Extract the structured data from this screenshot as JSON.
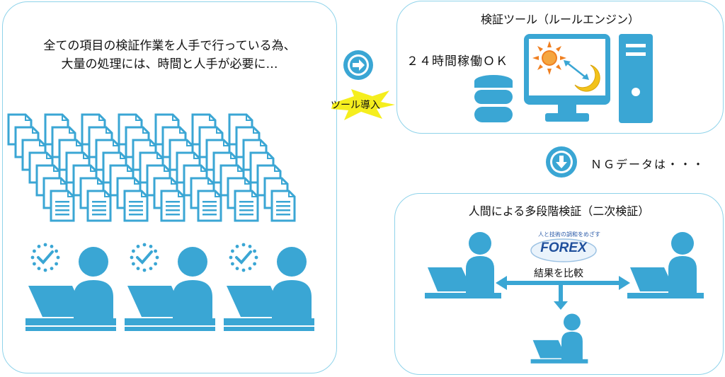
{
  "colors": {
    "primary": "#3aa6d4",
    "panel_border": "#8fd3ea",
    "sun": "#f07f20",
    "moon": "#f2c21a",
    "flash": "#f5ee1e"
  },
  "left_panel": {
    "caption_line1": "全ての項目の検証作業を人手で行っている為、",
    "caption_line2": "大量の処理には、時間と人手が必要に…",
    "document_grid": {
      "columns": 7,
      "rows": 7,
      "icon": "document-icon"
    },
    "workers": {
      "count": 3,
      "icons": [
        "clock-check-icon",
        "person-at-laptop-icon"
      ]
    }
  },
  "tool_step": {
    "label": "ツール導入",
    "icon": "arrow-right-circle-icon"
  },
  "rule_engine_panel": {
    "title": "検証ツール（ルールエンジン）",
    "status": "２４時間稼働ＯＫ",
    "icons": [
      "database-icon",
      "monitor-icon",
      "sun-icon",
      "moon-icon",
      "tower-pc-icon"
    ]
  },
  "ng_step": {
    "label": "ＮＧデータは・・・",
    "icon": "arrow-down-circle-icon"
  },
  "human_panel": {
    "title": "人間による多段階検証（二次検証）",
    "logo_tagline": "人と技術の調和をめざす",
    "logo_name": "FOREX",
    "compare_label": "結果を比較"
  }
}
